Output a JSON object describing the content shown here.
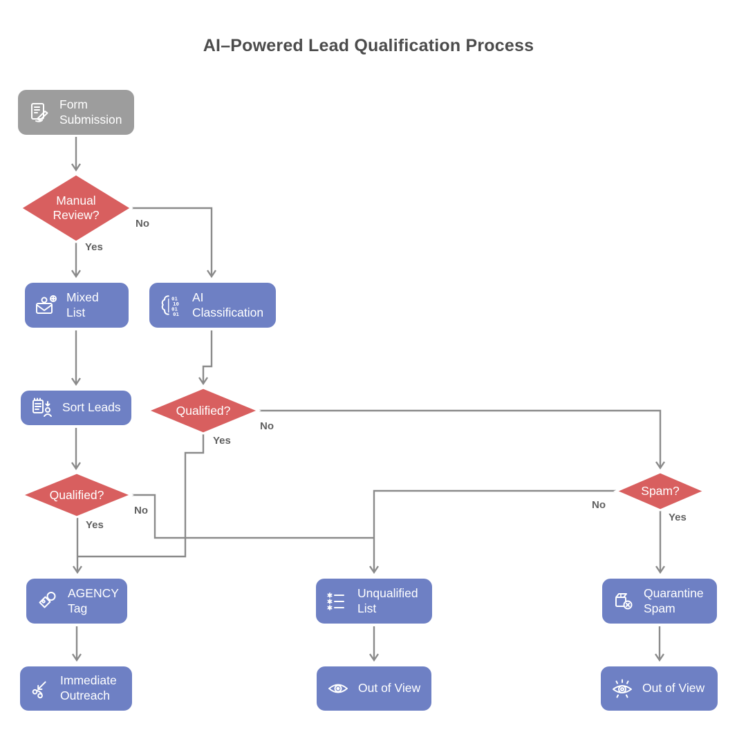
{
  "title": "AI–Powered Lead Qualification Process",
  "nodes": {
    "form_submission": {
      "label": "Form Submission",
      "icon": "form-pen-icon",
      "color": "#9d9d9d"
    },
    "mixed_list": {
      "label": "Mixed List",
      "icon": "envelope-person-icon",
      "color": "#6e80c4"
    },
    "ai_classification": {
      "label": "AI Classification",
      "icon": "brain-binary-icon",
      "color": "#6e80c4"
    },
    "sort_leads": {
      "label": "Sort Leads",
      "icon": "clipboard-sort-person-icon",
      "color": "#6e80c4"
    },
    "agency_tag": {
      "label": "AGENCY Tag",
      "icon": "tag-ring-icon",
      "color": "#6e80c4"
    },
    "unqualified_list": {
      "label": "Unqualified List",
      "icon": "asterisk-list-icon",
      "color": "#6e80c4"
    },
    "quarantine_spam": {
      "label": "Quarantine Spam",
      "icon": "package-shield-x-icon",
      "color": "#6e80c4"
    },
    "immediate_outreach": {
      "label": "Immediate Outreach",
      "icon": "phone-incoming-icon",
      "color": "#6e80c4"
    },
    "out_of_view_unqualified": {
      "label": "Out of View",
      "icon": "eye-icon",
      "color": "#6e80c4"
    },
    "out_of_view_spam": {
      "label": "Out of View",
      "icon": "hypno-eye-icon",
      "color": "#6e80c4"
    }
  },
  "decisions": {
    "manual_review": {
      "label": "Manual Review?",
      "color": "#d85f5f"
    },
    "qualified_ai": {
      "label": "Qualified?",
      "color": "#d85f5f"
    },
    "qualified_manual": {
      "label": "Qualified?",
      "color": "#d85f5f"
    },
    "spam": {
      "label": "Spam?",
      "color": "#d85f5f"
    }
  },
  "edge_labels": {
    "manual_review_yes": "Yes",
    "manual_review_no": "No",
    "qualified_ai_yes": "Yes",
    "qualified_ai_no": "No",
    "qualified_manual_yes": "Yes",
    "qualified_manual_no": "No",
    "spam_yes": "Yes",
    "spam_no": "No"
  },
  "icons": {
    "ai_digits": [
      "01",
      "10",
      "01",
      "01"
    ]
  },
  "colors": {
    "node_blue": "#6e80c4",
    "node_gray": "#9d9d9d",
    "decision_red": "#d85f5f",
    "connector": "#8a8a8a",
    "edge_label_text": "#606060",
    "node_text": "#ffffff",
    "title_text": "#4c4c4c",
    "background": "#ffffff"
  }
}
